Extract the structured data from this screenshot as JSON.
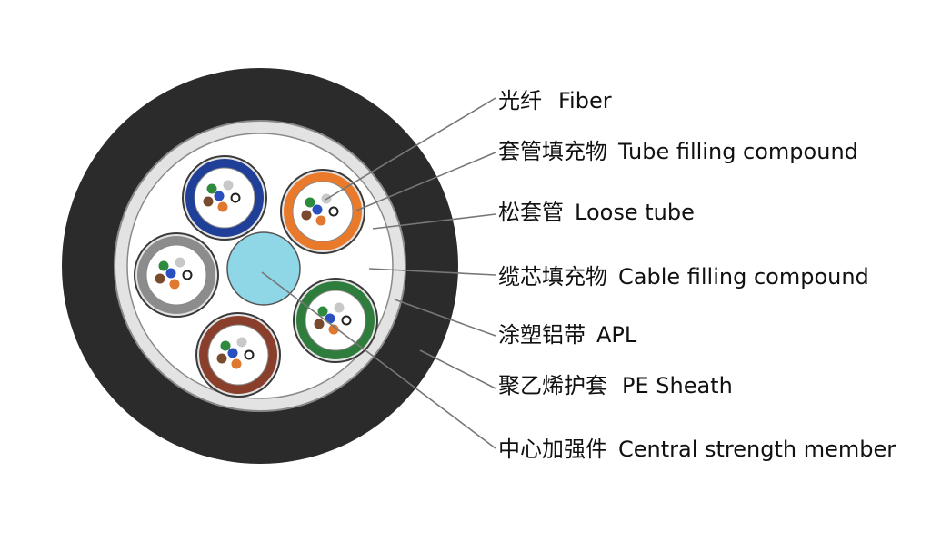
{
  "colors": {
    "outer_sheath": "#2b2b2b",
    "apl_ring": "#e3e3e3",
    "apl_outline": "#8a8a8a",
    "core_fill": "#ffffff",
    "central_member": "#8fd6e6",
    "leader": "#777777",
    "tube_blue": "#1f3f98",
    "tube_orange": "#e97a2b",
    "tube_gray": "#8c8c8c",
    "tube_brown": "#8a3f2c",
    "tube_green": "#2e7d3c",
    "fiber_colors": [
      "#2e8b3e",
      "#c8c8c8",
      "#2a4fbf",
      "#7a4a2e",
      "#e07830",
      "#222222"
    ]
  },
  "labels": [
    {
      "id": "fiber",
      "cn": "光纤",
      "en": "Fiber"
    },
    {
      "id": "tube-filling",
      "cn": "套管填充物",
      "en": "Tube filling compound"
    },
    {
      "id": "loose-tube",
      "cn": "松套管",
      "en": "Loose tube"
    },
    {
      "id": "cable-filling",
      "cn": "缆芯填充物",
      "en": "Cable filling compound"
    },
    {
      "id": "apl",
      "cn": "涂塑铝带",
      "en": "APL"
    },
    {
      "id": "pe-sheath",
      "cn": "聚乙烯护套",
      "en": "PE Sheath"
    },
    {
      "id": "central-member",
      "cn": "中心加强件",
      "en": "Central strength member"
    }
  ],
  "tubes": [
    {
      "id": "blue",
      "color_key": "tube_blue"
    },
    {
      "id": "orange",
      "color_key": "tube_orange"
    },
    {
      "id": "gray",
      "color_key": "tube_gray"
    },
    {
      "id": "brown",
      "color_key": "tube_brown"
    },
    {
      "id": "green",
      "color_key": "tube_green"
    }
  ]
}
